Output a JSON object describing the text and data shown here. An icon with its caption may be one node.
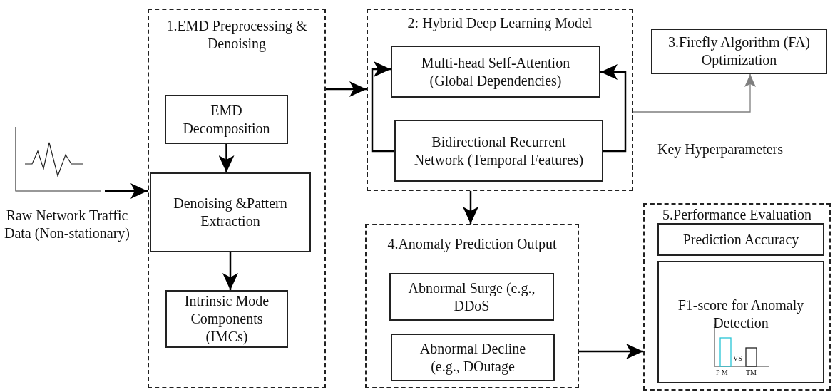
{
  "diagram": {
    "nodes": [
      {
        "text": [],
        "shape": "picture",
        "beside": [
          "Raw Network Traffic Data (Non-stationary)"
        ]
      },
      {
        "text": [
          "1.EMD Preprocessing & Denoising"
        ]
      },
      {
        "text": [
          "EMD Decomposition"
        ],
        "in": 1
      },
      {
        "text": [
          "Denoising &Pattern Extraction"
        ],
        "in": 1
      },
      {
        "text": [
          "Intrinsic Mode Components (IMCs)"
        ],
        "in": 1
      },
      {
        "text": [
          "2: Hybrid Deep Learning Model"
        ]
      },
      {
        "text": [
          "Multi-head Self-Attention (Global Dependencies)"
        ],
        "in": 5
      },
      {
        "text": [
          "Bidirectional Recurrent Network (Temporal Features)"
        ],
        "in": 5
      },
      {
        "text": [
          "3.Firefly Algorithm (FA) Optimization"
        ]
      },
      {
        "text": [
          "4.Anomaly Prediction Output"
        ]
      },
      {
        "text": [
          "Abnormal Surge (e.g., DDoS"
        ],
        "in": 9
      },
      {
        "text": [
          "Abnormal Decline (e.g., DOutage"
        ],
        "in": 9
      },
      {
        "text": [
          "5.Performance Evaluation"
        ]
      },
      {
        "text": [
          "Prediction Accuracy"
        ],
        "in": 12
      },
      {
        "text": [
          "F1-score for Anomaly Detection"
        ],
        "in": 12
      }
    ],
    "edges": [
      {
        "from": 0,
        "to": 1,
        "arrow": "to"
      },
      {
        "from": 2,
        "to": 3,
        "arrow": "to"
      },
      {
        "from": 3,
        "to": 4,
        "arrow": "to"
      },
      {
        "from": 1,
        "to": 5,
        "arrow": "to"
      },
      {
        "from": 7,
        "to": 6,
        "arrow": "to"
      },
      {
        "from": 7,
        "to": 6,
        "arrow": "to"
      },
      {
        "from": 5,
        "to": 8,
        "arrow": "to",
        "label": "Key Hyperparameters",
        "color": "#7f7f7f"
      },
      {
        "from": 5,
        "to": 9,
        "arrow": "to"
      },
      {
        "from": 9,
        "to": 12,
        "arrow": "to"
      }
    ],
    "labels": [
      "VS",
      "P M",
      "TM"
    ]
  }
}
